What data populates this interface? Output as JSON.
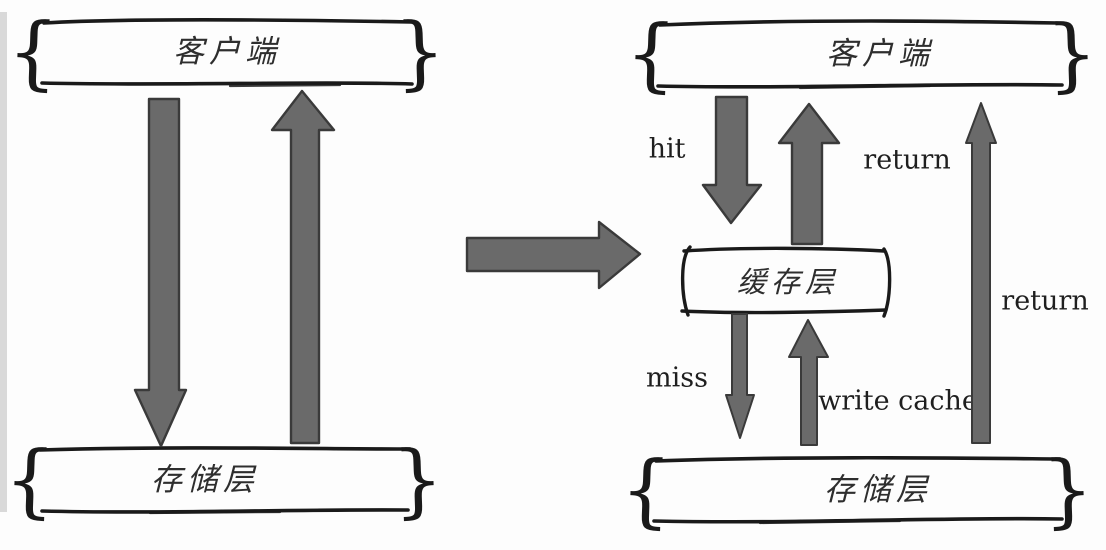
{
  "colors": {
    "arrow_fill": "#6a6a6a",
    "arrow_stroke": "#3a3a3a",
    "box_stroke": "#1a1a1a",
    "cjk_text": "#2e2e2e",
    "label_text": "#1f1f1f",
    "edge_artifact": "#d9d9d9",
    "background": "#fdfdfd"
  },
  "left_panel": {
    "client_box": {
      "label": "客户端"
    },
    "storage_box": {
      "label": "存储层"
    }
  },
  "right_panel": {
    "client_box": {
      "label": "客户端"
    },
    "cache_box": {
      "label": "缓存层"
    },
    "storage_box": {
      "label": "存储层"
    },
    "arrow_labels": {
      "hit": "hit",
      "return_from_cache": "return",
      "miss": "miss",
      "write_cache": "write cache",
      "return_from_storage": "return"
    }
  },
  "decor": {
    "brace_open": "{",
    "brace_close": "}"
  }
}
